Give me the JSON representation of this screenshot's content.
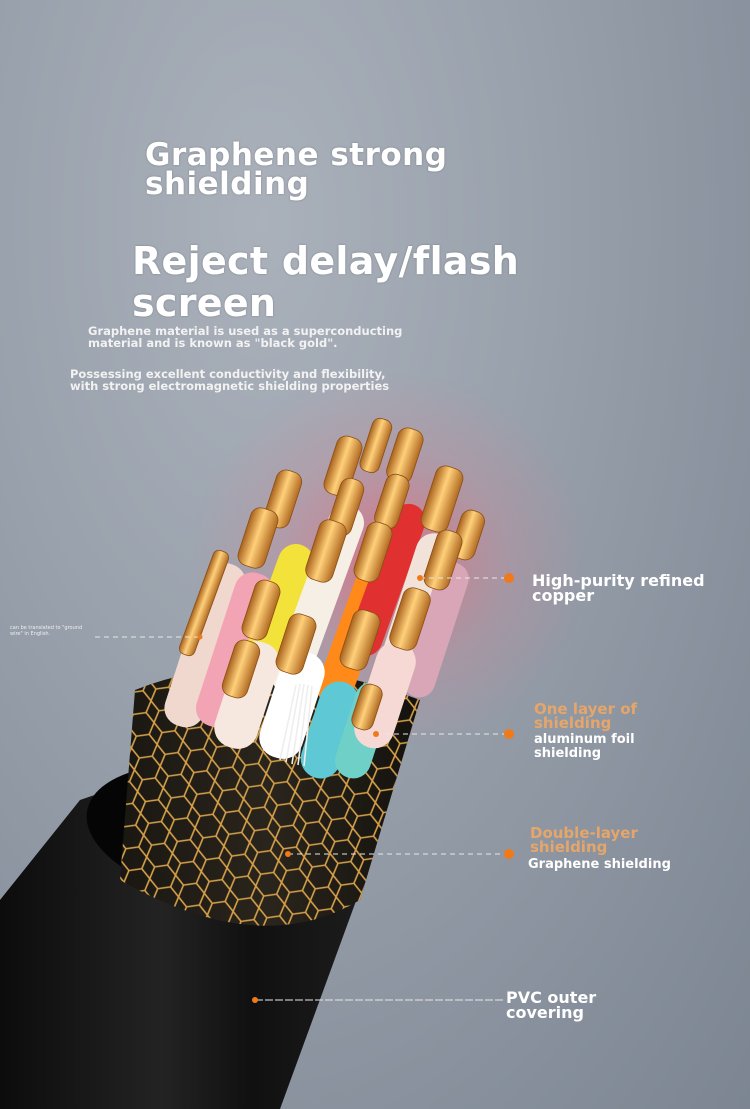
{
  "headline": {
    "line1": "Graphene strong\nshielding",
    "line2": "Reject delay/flash\nscreen"
  },
  "description": {
    "p1": "Graphene material is used as a superconducting\nmaterial and is known as \"black gold\".",
    "p2": "Possessing excellent conductivity and flexibility,\nwith strong electromagnetic shielding properties"
  },
  "callouts": {
    "ground_wire": "can be translated to \"ground\nwire\" in English.",
    "copper": "High-purity refined\ncopper",
    "foil_orange": "One layer of\nshielding",
    "foil_white": "aluminum foil\nshielding",
    "graphene_orange": "Double-layer\nshielding",
    "graphene_white": "Graphene shielding",
    "pvc": "PVC outer\ncovering"
  },
  "colors": {
    "background": "#99a1ac",
    "accent_orange": "#e6a66a",
    "dot": "#f07a1a",
    "copper": "#d89a3a",
    "jacket": "#151515"
  }
}
